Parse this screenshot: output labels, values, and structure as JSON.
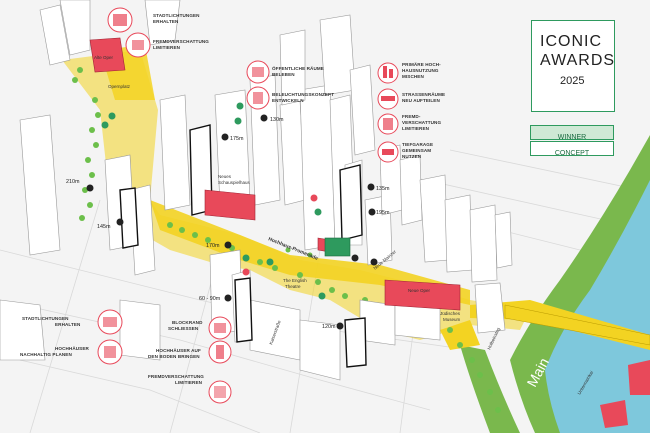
{
  "award": {
    "line1": "ICONIC",
    "line2": "AWARDS",
    "year": "2025",
    "badge1": "WINNER",
    "badge2": "CONCEPT",
    "accent": "#2e9a5e"
  },
  "colors": {
    "yellow": "#f3d322",
    "red": "#e8495a",
    "green": "#6cbf4a",
    "water": "#7ec8dc",
    "riverbank": "#7ab84d"
  },
  "legend_top": [
    {
      "icon": "building-skyline-icon",
      "label1": "PRIMÄRE HOCH-",
      "label2": "HAUSNUTZUNG",
      "label3": "MISCHEN"
    },
    {
      "icon": "street-section-icon",
      "label1": "STRASSENRÄUME",
      "label2": "NEU AUFTEILEN",
      "label3": ""
    },
    {
      "icon": "shadow-icon",
      "label1": "FREMD-",
      "label2": "VERSCHATTUNG",
      "label3": "LIMITIEREN"
    },
    {
      "icon": "garage-icon",
      "label1": "TIEFGARAGE",
      "label2": "GEMEINSAM",
      "label3": "NUTZEN"
    }
  ],
  "callouts_left_top": [
    {
      "label1": "STADTLICHTUNGEN",
      "label2": "ERHALTEN"
    },
    {
      "label1": "FREMDVERSCHATTUNG",
      "label2": "LIMITIEREN"
    }
  ],
  "callouts_center_top": [
    {
      "label1": "ÖFFENTLICHE RÄUME",
      "label2": "BELEBEN"
    },
    {
      "label1": "BELEUCHTUNGSKONZEPT",
      "label2": "ENTWICKELN"
    }
  ],
  "callouts_bottom_left": [
    {
      "label1": "STADTLICHTUNGEN",
      "label2": "ERHALTEN"
    },
    {
      "label1": "HOCHHÄUSER",
      "label2": "NACHHALTIG PLANEN"
    }
  ],
  "callouts_bottom_center": [
    {
      "label1": "BLOCKRAND",
      "label2": "SCHLIESSEN"
    },
    {
      "label1": "HOCHHÄUSER AUF",
      "label2": "DEN BODEN BRINGEN"
    },
    {
      "label1": "FREMDVERSCHATTUNG",
      "label2": "LIMITIEREN"
    }
  ],
  "places": {
    "alte_oper": "Alte Oper",
    "opernplatz": "Opernplatz",
    "schauspielhaus1": "Neues",
    "schauspielhaus2": "Schauspielhaus",
    "promenade": "Hochhaus-Promenade",
    "english1": "The English",
    "english2": "Theatre",
    "neue_oper": "Neue Oper",
    "juedisches1": "Jüdisches",
    "juedisches2": "Museum",
    "main": "Main",
    "mainkai": "Untermainkai",
    "hafen": "Holbeinsteg",
    "kaiser": "Kaiserstraße",
    "weg": "Neue Mainzer"
  },
  "heights": {
    "h210": "210m",
    "h145": "145m",
    "h175": "175m",
    "h130": "130m",
    "h135": "135m",
    "h195": "195m",
    "h170": "170m",
    "h6090": "60 - 90m",
    "h120": "120m"
  }
}
